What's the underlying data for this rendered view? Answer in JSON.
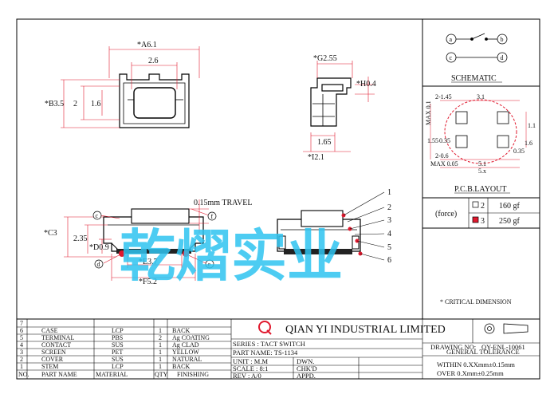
{
  "front_view": {
    "dim_a": "*A6.1",
    "dim_inner": "2.6",
    "dim_b": "*B3.5",
    "dim_2": "2",
    "dim_16": "1.6"
  },
  "side_view": {
    "dim_g": "*G2.55",
    "dim_h": "*H0.4",
    "dim_165": "1.65",
    "dim_i": "*I2.1"
  },
  "section_view": {
    "travel": "0.15mm TRAVEL",
    "dim_c": "*C3",
    "dim_235": "2.35",
    "dim_d": "*D0.9",
    "dim_e": "*E3.7",
    "dim_f": "*F5.2",
    "callout_c": "c",
    "callout_d": "d",
    "callout_e": "e",
    "callout_f": "f"
  },
  "part_callouts": [
    "1",
    "2",
    "3",
    "4",
    "5",
    "6"
  ],
  "schematic": {
    "label": "SCHEMATIC",
    "nodes": [
      "a",
      "b",
      "c",
      "d"
    ]
  },
  "pcb": {
    "label": "P.C.B.LAYOUT",
    "dims": {
      "d1": "2-1.45",
      "d2": "3.1",
      "d3": "MAX 0.1",
      "d4": "1.1",
      "d5": "1.55",
      "d6": "0.35",
      "d7": "1.6",
      "d8": "2-0.6",
      "d9": "MAX 0.05",
      "d10": "5.1",
      "d11": "5.x",
      "d12": "0.35"
    }
  },
  "force": {
    "label": "(force)",
    "rows": [
      {
        "no": "2",
        "value": "160 gf",
        "color": "#ffffff"
      },
      {
        "no": "3",
        "value": "250 gf",
        "color": "#e0192e"
      }
    ]
  },
  "critical": "* CRITICAL  DIMENSION",
  "watermark": "乾熠实业",
  "bom": {
    "rows": [
      {
        "no": "7",
        "part": "",
        "material": "",
        "qty": "",
        "finish": ""
      },
      {
        "no": "6",
        "part": "CASE",
        "material": "LCP",
        "qty": "1",
        "finish": "BACK"
      },
      {
        "no": "5",
        "part": "TERMINAL",
        "material": "PBS",
        "qty": "2",
        "finish": "Ag COATING"
      },
      {
        "no": "4",
        "part": "CONTACT",
        "material": "SUS",
        "qty": "1",
        "finish": "Ag CLAD"
      },
      {
        "no": "3",
        "part": "SCREEN",
        "material": "PET",
        "qty": "1",
        "finish": "YELLOW"
      },
      {
        "no": "2",
        "part": "COVER",
        "material": "SUS",
        "qty": "1",
        "finish": "NATURAL"
      },
      {
        "no": "1",
        "part": "STEM",
        "material": "LCP",
        "qty": "1",
        "finish": "BACK"
      }
    ],
    "header": {
      "no": "NO.",
      "part": "PART NAME",
      "material": "MATERIAL",
      "qty": "QTY",
      "finish": "FINISHING"
    }
  },
  "title_block": {
    "logo": "Q",
    "company": "QIAN YI INDUSTRIAL LIMITED",
    "series": "SERIES : TACT SWITCH",
    "part_name": "PART NAME: TS-1134",
    "unit": "UNIT : M.M",
    "scale": "SCALE : 8:1",
    "rev": "REV   : A/0",
    "dwn": "DWN.",
    "chkd": "CHK'D",
    "appd": "APPD.",
    "drawing_no": "DRAWING NO:",
    "drawing_val": "QY-ENL-10061",
    "tolerance": "GENERAL TOLERANCE",
    "within": "WITHIN 0.XXmm±0.15mm",
    "over": "OVER   0.Xmm±0.25mm"
  }
}
